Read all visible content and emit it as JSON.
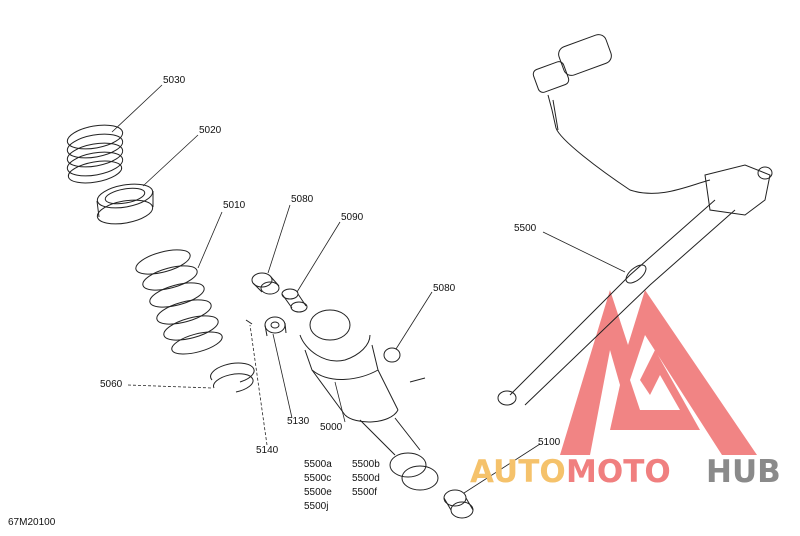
{
  "diagram_code": "67M20100",
  "parts": {
    "p5030": "5030",
    "p5020": "5020",
    "p5010": "5010",
    "p5060": "5060",
    "p5080a": "5080",
    "p5090": "5090",
    "p5080b": "5080",
    "p5130": "5130",
    "p5140": "5140",
    "p5000": "5000",
    "p5500": "5500",
    "p5100": "5100"
  },
  "variants": {
    "v5500a": "5500a",
    "v5500b": "5500b",
    "v5500c": "5500c",
    "v5500d": "5500d",
    "v5500e": "5500e",
    "v5500f": "5500f",
    "v5500j": "5500j"
  },
  "watermark": {
    "auto": "AUTO",
    "moto": "MOTO",
    "hub": "HUB",
    "colors": {
      "auto": "#f5c26b",
      "moto": "#f07f7f",
      "hub": "#8a8a8a",
      "logo": "#ef6f6f"
    }
  }
}
